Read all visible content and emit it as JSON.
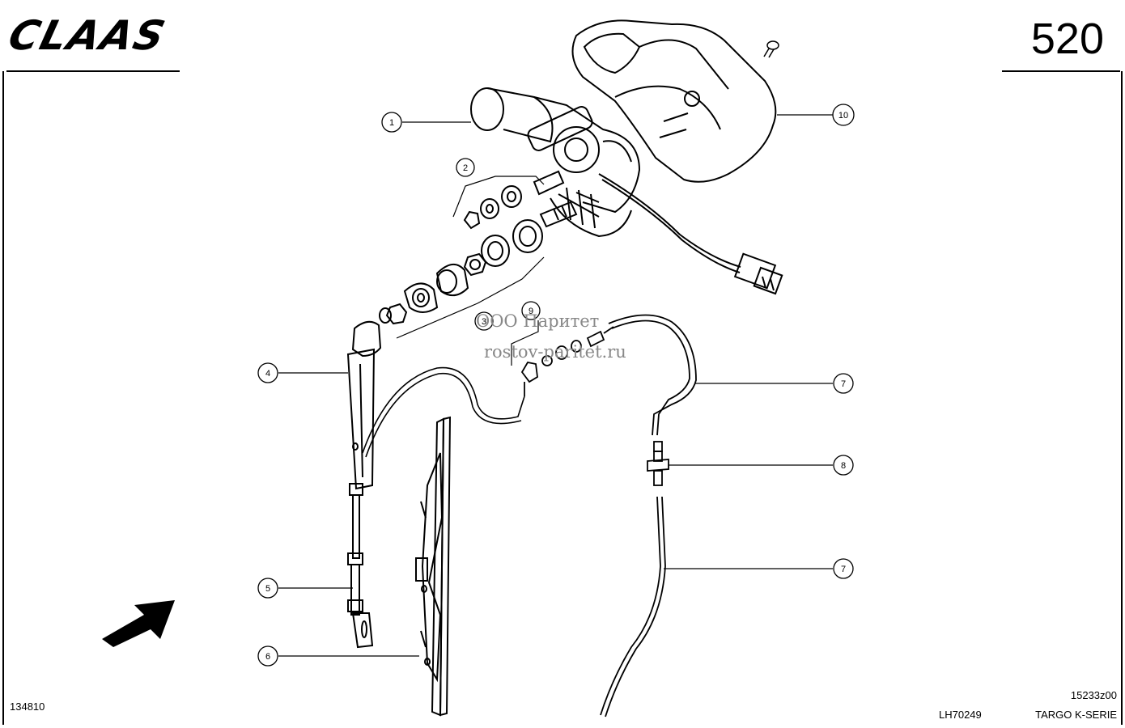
{
  "header": {
    "brand": "CLAAS",
    "page_number": "520"
  },
  "footer": {
    "left_code": "134810",
    "drawing_code": "15233z00",
    "ref_code": "LH70249",
    "series": "TARGO K-SERIE"
  },
  "watermark": {
    "line1": "ООО Паритет",
    "line2": "rostov-paritet.ru"
  },
  "callouts": {
    "c1": "1",
    "c2": "2",
    "c3": "3",
    "c4": "4",
    "c5": "5",
    "c6": "6",
    "c7a": "7",
    "c7b": "7",
    "c8": "8",
    "c9": "9",
    "c10": "10"
  },
  "colors": {
    "ink": "#000000",
    "watermark": "#888888"
  },
  "icons": {
    "direction": "arrow-icon"
  }
}
